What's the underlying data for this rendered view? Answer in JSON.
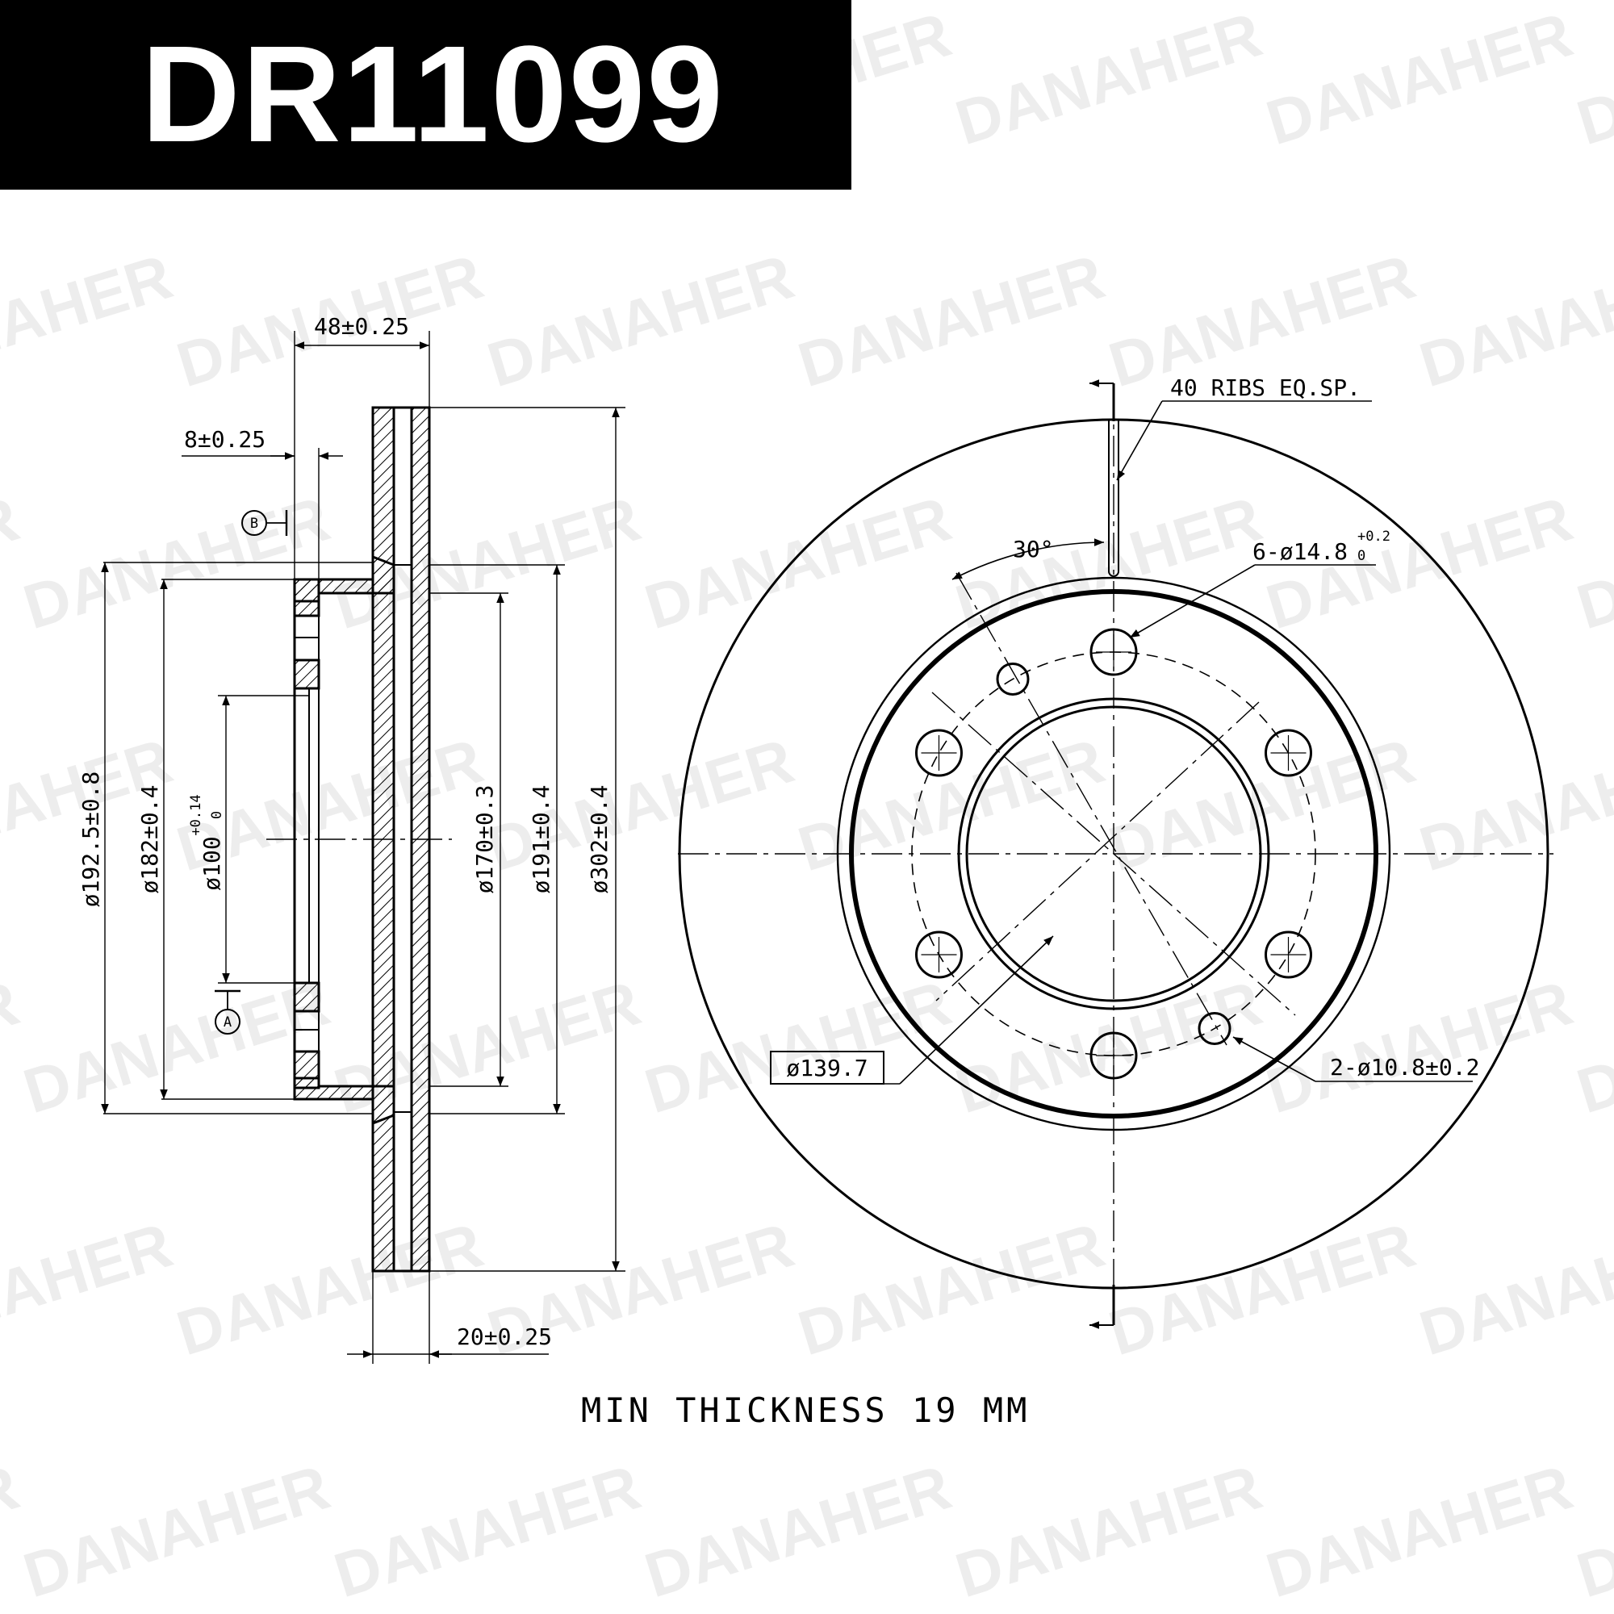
{
  "part_number": "DR11099",
  "watermark": "DANAHER",
  "side_view": {
    "overall_width": "48±0.25",
    "hub_thickness": "8±0.25",
    "rotor_thickness": "20±0.25",
    "datum_a": "A",
    "datum_b": "B",
    "diameters": {
      "d192_5": "ø192.5±0.8",
      "d182": "ø182±0.4",
      "d100": "ø100",
      "d100_tol_upper": "+0.14",
      "d100_tol_lower": "0",
      "d170": "ø170±0.3",
      "d191": "ø191±0.4",
      "d302": "ø302±0.4"
    }
  },
  "front_view": {
    "ribs": "40 RIBS EQ.SP.",
    "angle": "30°",
    "bolt_holes": "6-ø14.8",
    "bolt_holes_tol_upper": "+0.2",
    "bolt_holes_tol_lower": "0",
    "pcd": "ø139.7",
    "locating_holes": "2-ø10.8±0.2"
  },
  "min_thickness_note": "MIN THICKNESS 19 MM"
}
